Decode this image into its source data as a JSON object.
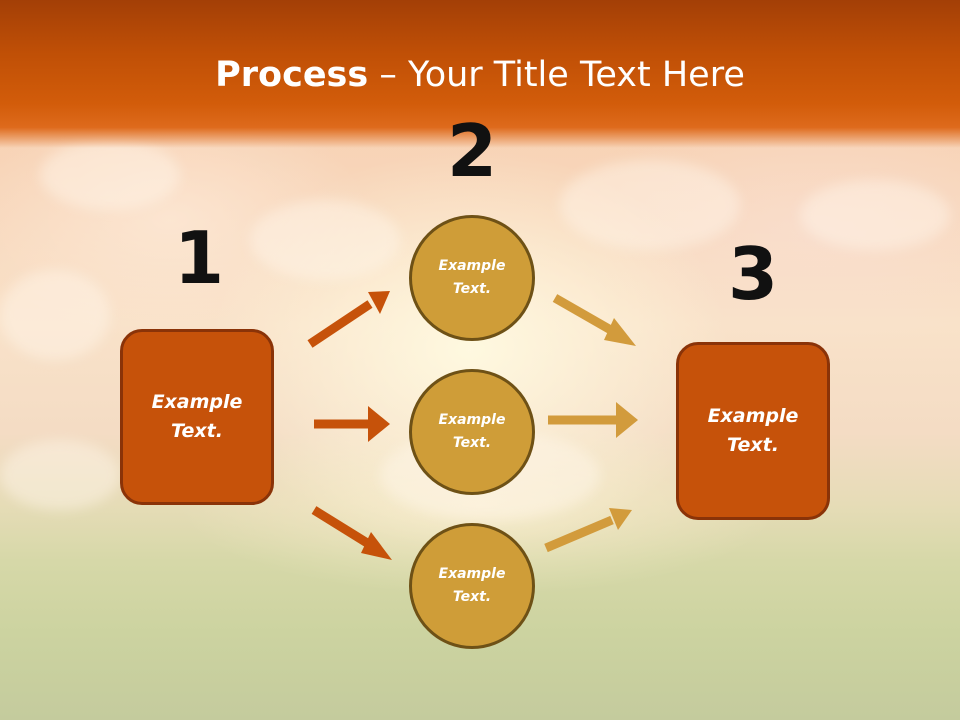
{
  "title": {
    "bold": "Process",
    "rest": " – Your Title Text Here"
  },
  "steps": {
    "one": "1",
    "two": "2",
    "three": "3"
  },
  "left_box": {
    "text": "Example\nText."
  },
  "circles": [
    {
      "text": "Example\nText."
    },
    {
      "text": "Example\nText."
    },
    {
      "text": "Example\nText."
    }
  ],
  "right_box": {
    "text": "Example\nText."
  },
  "colors": {
    "header": "#c4520a",
    "box_fill": "#c6520a",
    "box_border": "#8a3308",
    "circle_fill": "#cf9d38",
    "circle_border": "#6e5116",
    "arrow_left": "#c6520a",
    "arrow_right": "#d29b3c"
  }
}
